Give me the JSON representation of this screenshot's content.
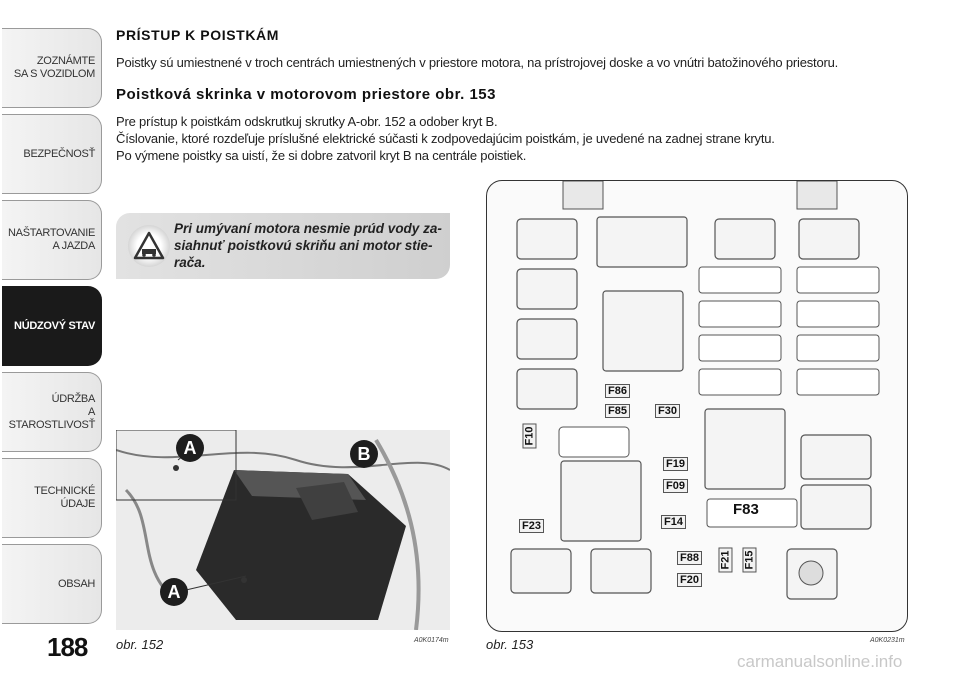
{
  "sidebar": {
    "tabs": [
      {
        "label": "ZOZNÁMTE\nSA S VOZIDLOM",
        "active": false
      },
      {
        "label": "BEZPEČNOSŤ",
        "active": false
      },
      {
        "label": "NAŠTARTOVANIE\nA JAZDA",
        "active": false
      },
      {
        "label": "NÚDZOVÝ STAV",
        "active": true
      },
      {
        "label": "ÚDRŽBA\nA STAROSTLIVOSŤ",
        "active": false
      },
      {
        "label": "TECHNICKÉ\nÚDAJE",
        "active": false
      },
      {
        "label": "OBSAH",
        "active": false
      }
    ],
    "page_number": "188"
  },
  "content": {
    "title": "PRÍSTUP K POISTKÁM",
    "intro": "Poistky sú umiestnené v troch centrách umiestnených v priestore motora, na prístrojovej doske a vo vnútri batožinového priestoru.",
    "subtitle": "Poistková skrinka v motorovom priestore obr. 153",
    "lines": [
      "Pre prístup k poistkám odskrutkuj skrutky A-obr. 152 a odober kryt B.",
      "Číslovanie, ktoré rozdeľuje príslušné elektrické súčasti k zodpovedajúcim poistkám, je uvedené na zadnej strane krytu.",
      "Po výmene poistky sa uistí, že si dobre zatvoril kryt B na centrále poistiek."
    ],
    "warning": "Pri umývaní motora nesmie prúd vody za-siahnuť poistkovú skriňu ani motor stie-rača."
  },
  "figures": {
    "fig152": {
      "caption": "obr. 152",
      "code": "A0K0174m",
      "label_a": "A",
      "label_b": "B"
    },
    "fig153": {
      "caption": "obr. 153",
      "code": "A0K0231m",
      "fuses": [
        "F86",
        "F85",
        "F30",
        "F10",
        "F19",
        "F09",
        "F23",
        "F14",
        "F83",
        "F88",
        "F21",
        "F15",
        "F20"
      ]
    }
  },
  "watermark": "carmanualsonline.info",
  "colors": {
    "active_tab": "#1a1a1a",
    "warning_bg": "#d8d8d8"
  }
}
